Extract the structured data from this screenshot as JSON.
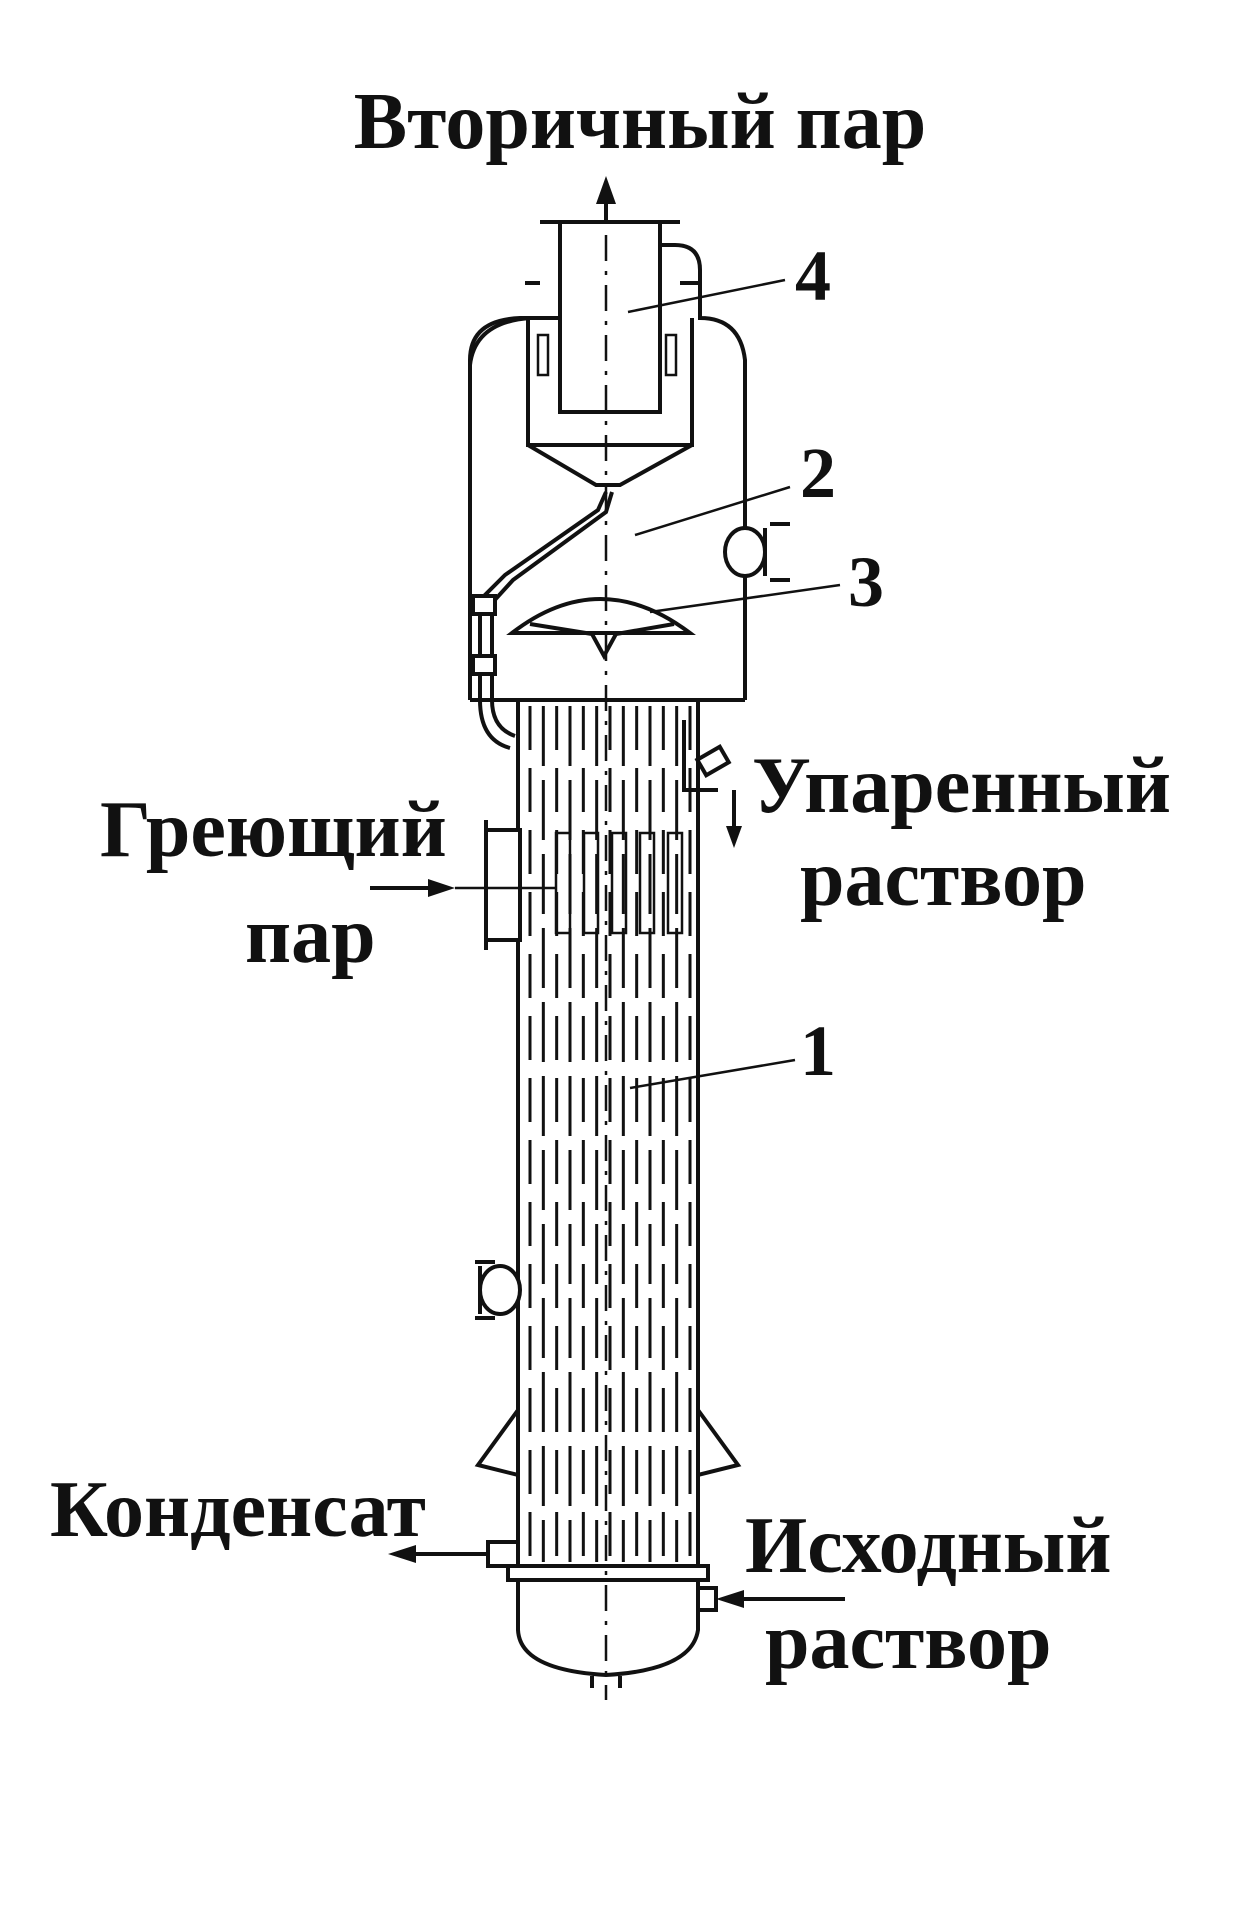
{
  "title": "Вторичный пар",
  "labels": {
    "num_4": "4",
    "num_2": "2",
    "num_3": "3",
    "num_1": "1",
    "steam_line1": "Греющий",
    "steam_line2": "пар",
    "evap_line1": "Упаренный",
    "evap_line2": "раствор",
    "condensate": "Конденсат",
    "initial_line1": "Исходный",
    "initial_line2": "раствор"
  },
  "colors": {
    "ink": "#111111",
    "background": "#ffffff"
  }
}
